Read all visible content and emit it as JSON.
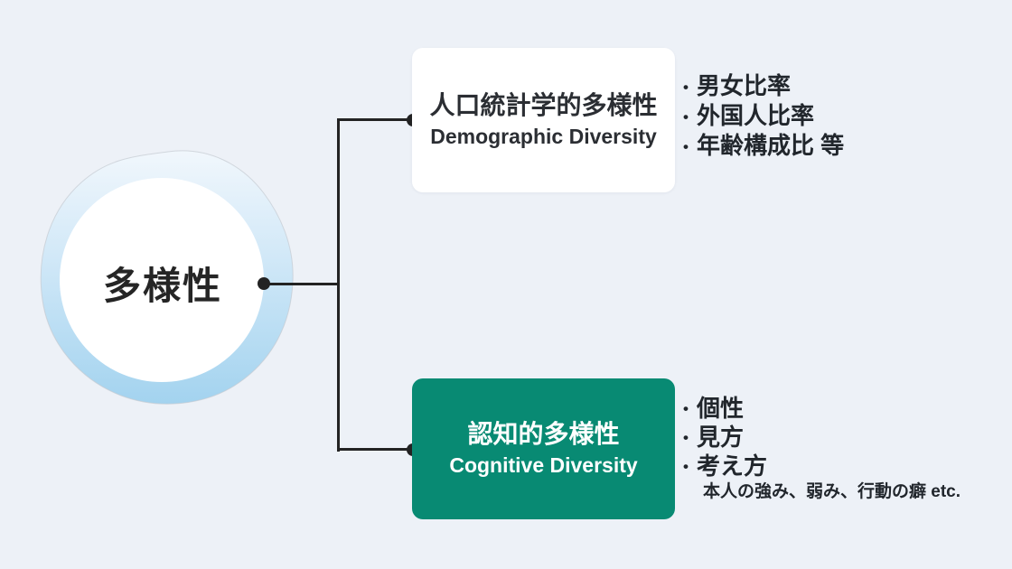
{
  "root": {
    "label": "多様性"
  },
  "branches": [
    {
      "title_ja": "人口統計学的多様性",
      "title_en": "Demographic Diversity",
      "bullets": [
        "男女比率",
        "外国人比率",
        "年齢構成比 等"
      ]
    },
    {
      "title_ja": "認知的多様性",
      "title_en": "Cognitive Diversity",
      "bullets": [
        "個性",
        "見方",
        "考え方"
      ],
      "note": "本人の強み、弱み、行動の癖 etc."
    }
  ],
  "ui": {
    "bullet_char": "•"
  },
  "colors": {
    "background": "#edf1f7",
    "accent_green": "#088a73",
    "ring_blue": "#a3d3ef",
    "line_black": "#232323",
    "text_dark": "#21262c",
    "box_white": "#ffffff"
  }
}
